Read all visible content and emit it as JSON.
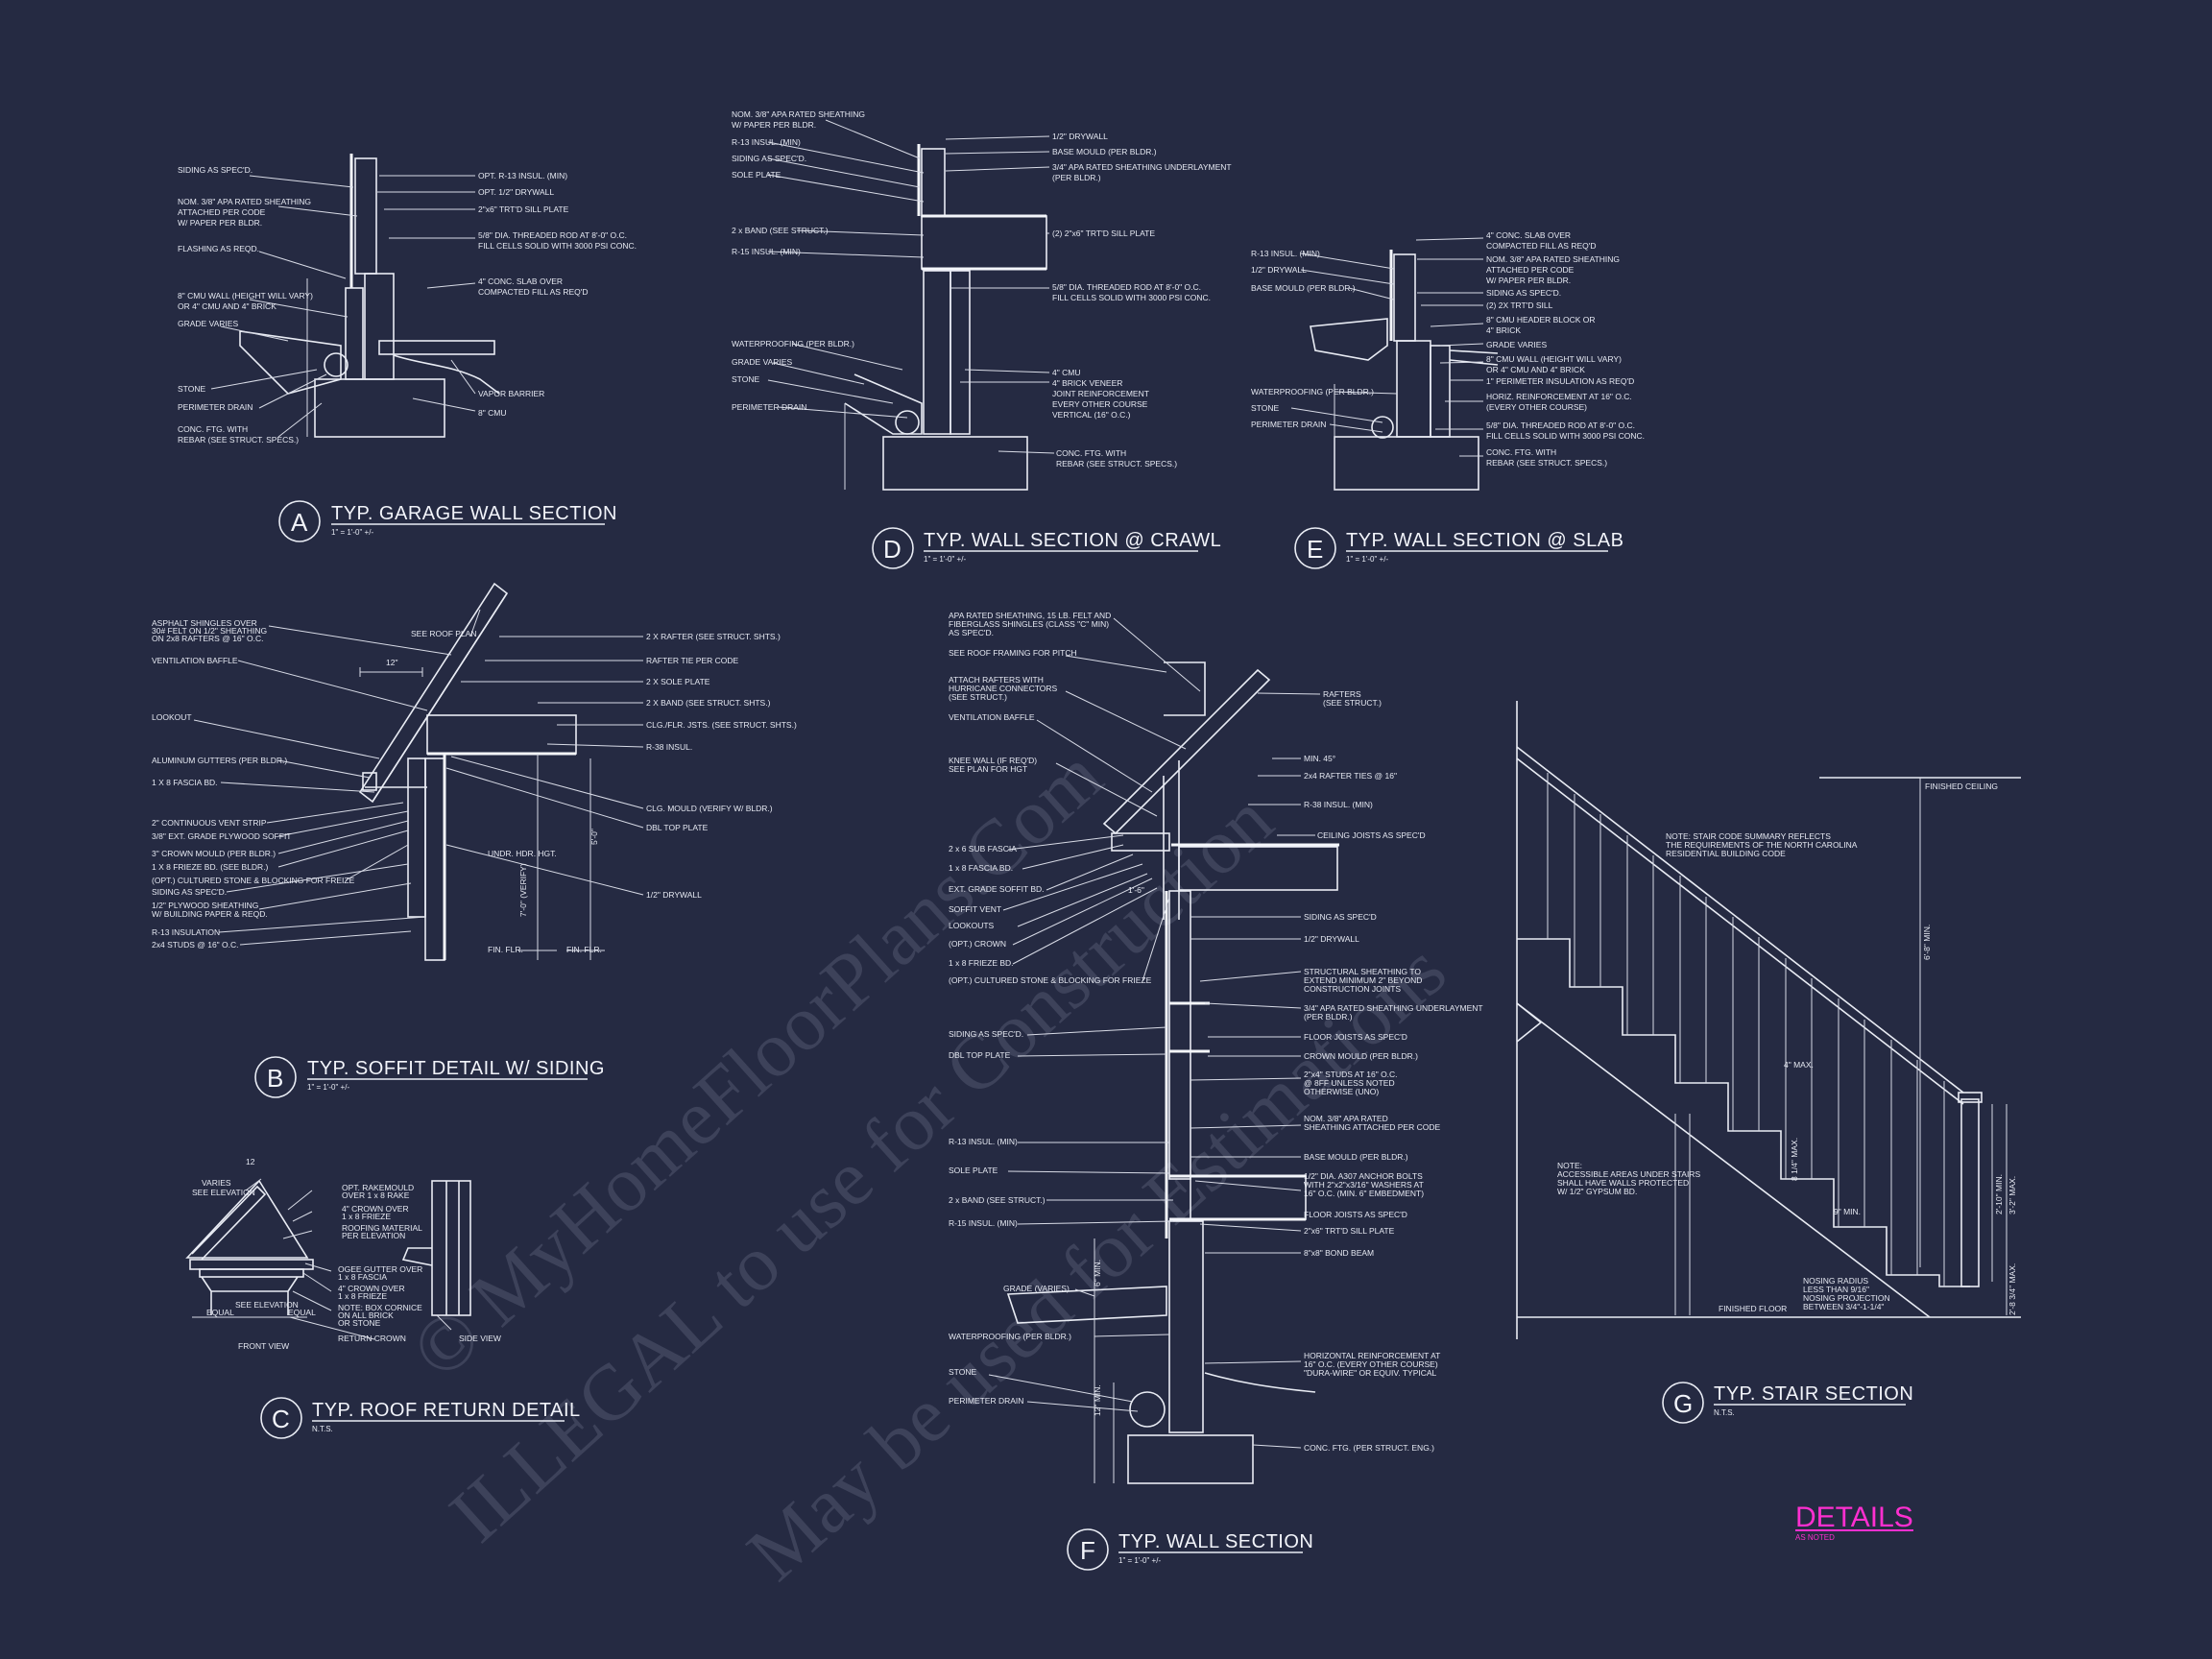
{
  "colors": {
    "background": "#252a42",
    "linework": "#e9ecf4",
    "accent": "#ff2fd0",
    "watermark": "#5a5f78"
  },
  "watermark": [
    "© MyHomeFloorPlans.Com",
    "ILLEGAL to use for Construction",
    "May be used for Estimations"
  ],
  "sheet_title": {
    "title": "DETAILS",
    "subtitle": "AS NOTED"
  },
  "details": [
    {
      "letter": "A",
      "title": "TYP. GARAGE WALL SECTION",
      "scale": "1\" = 1'-0\" +/-",
      "labels": [
        "SIDING AS SPEC'D.",
        "NOM. 3/8\" APA RATED SHEATHING",
        "ATTACHED PER CODE",
        "W/ PAPER PER BLDR.",
        "FLASHING AS REQD.",
        "8\" CMU WALL (HEIGHT WILL VARY)",
        "OR 4\" CMU AND 4\" BRICK",
        "GRADE VARIES",
        "STONE",
        "PERIMETER DRAIN",
        "CONC. FTG. WITH",
        "REBAR (SEE STRUCT. SPECS.)",
        "OPT. R-13 INSUL. (MIN)",
        "OPT. 1/2\" DRYWALL",
        "2\"x6\" TRT'D SILL PLATE",
        "5/8\" DIA. THREADED ROD AT 8'-0\" O.C.",
        "FILL CELLS SOLID WITH 3000 PSI CONC.",
        "4\" CONC. SLAB OVER",
        "COMPACTED FILL AS REQ'D",
        "VAPOR BARRIER",
        "8\" CMU"
      ]
    },
    {
      "letter": "D",
      "title": "TYP. WALL SECTION @ CRAWL",
      "scale": "1\" = 1'-0\" +/-",
      "labels": [
        "NOM. 3/8\" APA RATED SHEATHING",
        "W/ PAPER PER BLDR.",
        "R-13 INSUL. (MIN)",
        "SIDING AS SPEC'D.",
        "SOLE PLATE",
        "2 x BAND (SEE STRUCT.)",
        "R-15 INSUL. (MIN)",
        "WATERPROOFING (PER BLDR.)",
        "GRADE VARIES",
        "STONE",
        "PERIMETER DRAIN",
        "1/2\" DRYWALL",
        "BASE MOULD (PER BLDR.)",
        "3/4\" APA RATED SHEATHING UNDERLAYMENT",
        "(PER BLDR.)",
        "(2) 2\"x6\" TRT'D SILL PLATE",
        "5/8\" DIA. THREADED ROD AT 8'-0\" O.C.",
        "FILL CELLS SOLID WITH 3000 PSI CONC.",
        "4\" CMU",
        "4\" BRICK VENEER",
        "JOINT REINFORCEMENT",
        "EVERY OTHER COURSE",
        "VERTICAL (16\" O.C.)",
        "CONC. FTG. WITH",
        "REBAR (SEE STRUCT. SPECS.)"
      ]
    },
    {
      "letter": "E",
      "title": "TYP. WALL SECTION @ SLAB",
      "scale": "1\" = 1'-0\" +/-",
      "labels": [
        "R-13 INSUL. (MIN)",
        "1/2\" DRYWALL",
        "BASE MOULD (PER BLDR.)",
        "WATERPROOFING (PER BLDR.)",
        "STONE",
        "PERIMETER DRAIN",
        "4\" CONC. SLAB OVER",
        "COMPACTED FILL AS REQ'D",
        "NOM. 3/8\" APA RATED SHEATHING",
        "ATTACHED PER CODE",
        "W/ PAPER PER BLDR.",
        "SIDING AS SPEC'D.",
        "(2) 2X TRT'D SILL",
        "8\" CMU HEADER BLOCK OR",
        "4\" BRICK",
        "GRADE VARIES",
        "8\" CMU WALL (HEIGHT WILL VARY)",
        "OR 4\" CMU AND 4\" BRICK",
        "1\" PERIMETER INSULATION AS REQ'D",
        "HORIZ. REINFORCEMENT AT 16\" O.C.",
        "(EVERY OTHER COURSE)",
        "5/8\" DIA. THREADED ROD AT 8'-0\" O.C.",
        "FILL CELLS SOLID WITH 3000 PSI CONC.",
        "CONC. FTG. WITH",
        "REBAR (SEE STRUCT. SPECS.)"
      ]
    },
    {
      "letter": "B",
      "title": "TYP. SOFFIT DETAIL W/ SIDING",
      "scale": "1\" = 1'-0\" +/-",
      "labels": [
        "ASPHALT SHINGLES OVER",
        "30# FELT ON 1/2\" SHEATHING",
        "ON 2x8 RAFTERS @ 16\" O.C.",
        "VENTILATION BAFFLE",
        "LOOKOUT",
        "ALUMINUM GUTTERS (PER BLDR.)",
        "1 X 8 FASCIA BD.",
        "2\" CONTINUOUS VENT STRIP",
        "3/8\" EXT. GRADE PLYWOOD SOFFIT",
        "3\" CROWN MOULD (PER BLDR.)",
        "1 X 8 FRIEZE BD. (SEE BLDR.)",
        "(OPT.) CULTURED STONE & BLOCKING FOR FREIZE",
        "SIDING AS SPEC'D.",
        "1/2\" PLYWOOD SHEATHING",
        "W/ BUILDING PAPER & REQD.",
        "R-13 INSULATION",
        "2x4 STUDS @ 16\" O.C.",
        "SEE ROOF PLAN",
        "2 X RAFTER (SEE STRUCT. SHTS.)",
        "RAFTER TIE PER CODE",
        "2 X SOLE PLATE",
        "2 X BAND (SEE STRUCT. SHTS.)",
        "CLG./FLR. JSTS. (SEE STRUCT. SHTS.)",
        "R-38 INSUL.",
        "CLG. MOULD (VERIFY W/ BLDR.)",
        "DBL TOP PLATE",
        "1/2\" DRYWALL",
        "UNDR. HDR. HGT.",
        "FIN. FLR.",
        "12\"",
        "5'-0\"",
        "7'-0\" (VERIFY)"
      ]
    },
    {
      "letter": "C",
      "title": "TYP. ROOF RETURN DETAIL",
      "scale": "N.T.S.",
      "labels": [
        "VARIES",
        "SEE ELEVATION",
        "OPT. RAKEMOULD",
        "OVER 1 x 8 RAKE",
        "4\" CROWN OVER",
        "1 x 8 FRIEZE",
        "ROOFING MATERIAL",
        "PER ELEVATION",
        "OGEE GUTTER OVER",
        "1 x 8 FASCIA",
        "4\" CROWN OVER",
        "1 x 8 FRIEZE",
        "NOTE: BOX CORNICE",
        "ON ALL BRICK",
        "OR STONE",
        "RETURN CROWN",
        "EQUAL",
        "SEE ELEVATION",
        "EQUAL",
        "FRONT VIEW",
        "SIDE VIEW",
        "12"
      ]
    },
    {
      "letter": "F",
      "title": "TYP. WALL SECTION",
      "scale": "1\" = 1'-0\" +/-",
      "labels": [
        "APA RATED SHEATHING, 15 LB. FELT AND",
        "FIBERGLASS SHINGLES (CLASS \"C\" MIN)",
        "AS SPEC'D.",
        "SEE ROOF FRAMING FOR PITCH",
        "ATTACH RAFTERS WITH",
        "HURRICANE CONNECTORS",
        "(SEE STRUCT.)",
        "VENTILATION BAFFLE",
        "KNEE WALL (IF REQ'D)",
        "SEE PLAN FOR HGT",
        "2 x 6 SUB FASCIA",
        "1 x 8 FASCIA BD.",
        "EXT. GRADE SOFFIT BD.",
        "SOFFIT VENT",
        "LOOKOUTS",
        "(OPT.) CROWN",
        "1 x 8 FRIEZE BD.",
        "(OPT.) CULTURED STONE & BLOCKING FOR FRIEZE",
        "SIDING AS SPEC'D.",
        "DBL TOP PLATE",
        "R-13 INSUL. (MIN)",
        "SOLE PLATE",
        "2 x BAND (SEE STRUCT.)",
        "R-15 INSUL. (MIN)",
        "GRADE (VARIES)",
        "WATERPROOFING (PER BLDR.)",
        "STONE",
        "PERIMETER DRAIN",
        "RAFTERS",
        "(SEE STRUCT.)",
        "MIN. 45°",
        "2x4 RAFTER TIES @ 16\"",
        "R-38 INSUL. (MIN)",
        "CEILING JOISTS AS SPEC'D",
        "SIDING AS SPEC'D",
        "1/2\" DRYWALL",
        "STRUCTURAL SHEATHING TO",
        "EXTEND MINIMUM 2\" BEYOND",
        "CONSTRUCTION JOINTS",
        "3/4\" APA RATED SHEATHING UNDERLAYMENT",
        "(PER BLDR.)",
        "FLOOR JOISTS AS SPEC'D",
        "CROWN MOULD (PER BLDR.)",
        "2\"x4\" STUDS AT 16\" O.C.",
        "@ 8FF UNLESS NOTED",
        "OTHERWISE (UNO)",
        "NOM. 3/8\" APA RATED",
        "SHEATHING ATTACHED PER CODE",
        "BASE MOULD (PER BLDR.)",
        "1/2\" DIA. A307 ANCHOR BOLTS",
        "WITH 2\"x2\"x3/16\" WASHERS AT",
        "16\" O.C. (MIN. 6\" EMBEDMENT)",
        "FLOOR JOISTS AS SPEC'D",
        "2\"x6\" TRT'D SILL PLATE",
        "8\"x8\" BOND BEAM",
        "HORIZONTAL REINFORCEMENT AT",
        "16\" O.C. (EVERY OTHER COURSE)",
        "\"DURA-WIRE\" OR EQUIV. TYPICAL",
        "CONC. FTG. (PER STRUCT. ENG.)",
        "1'-6\"",
        "6\" MIN.",
        "12\" MIN."
      ]
    },
    {
      "letter": "G",
      "title": "TYP. STAIR SECTION",
      "scale": "N.T.S.",
      "labels": [
        "FINISHED CEILING",
        "NOTE: STAIR CODE SUMMARY REFLECTS",
        "THE REQUIREMENTS OF THE NORTH CAROLINA",
        "RESIDENTIAL BUILDING CODE",
        "NOTE:",
        "ACCESSIBLE AREAS UNDER STAIRS",
        "SHALL HAVE WALLS PROTECTED",
        "W/ 1/2\" GYPSUM BD.",
        "FINISHED FLOOR",
        "NOSING RADIUS",
        "LESS THAN 9/16\"",
        "NOSING PROJECTION",
        "BETWEEN 3/4\"-1-1/4\"",
        "6'-8\" MIN.",
        "4\" MAX.",
        "8 1/4\" MAX.",
        "9\" MIN.",
        "2'-10\" MIN.",
        "3'-2\" MAX.",
        "2'-8 3/4\" MAX."
      ]
    }
  ]
}
